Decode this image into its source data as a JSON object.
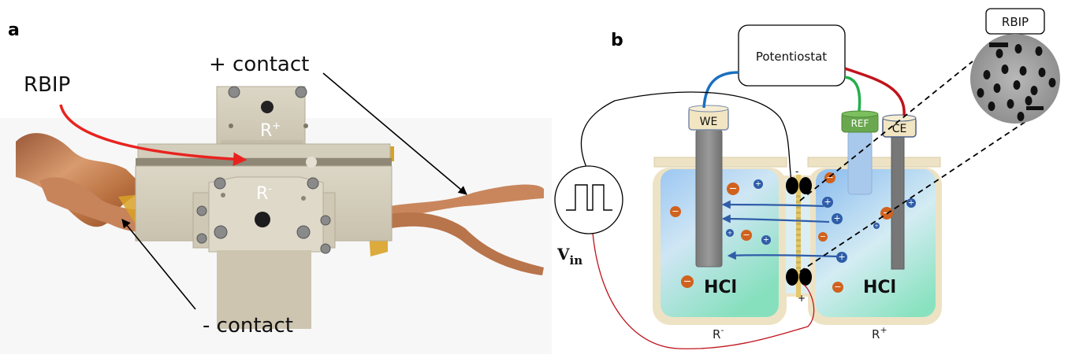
{
  "figure": {
    "panels": [
      {
        "id": "a",
        "letter": "a",
        "description": "Photograph of RBIP cell assembly",
        "labels": {
          "rbip": "RBIP",
          "plus_contact": "+ contact",
          "minus_contact": "- contact",
          "reservoir_plus": "R",
          "reservoir_plus_sup": "+",
          "reservoir_minus": "R",
          "reservoir_minus_sup": "-"
        },
        "colors": {
          "rbip_arrow": "#e8231f",
          "body": "#d6d0bf",
          "copper": "#c07a4a",
          "tape": "#d9a227"
        }
      },
      {
        "id": "b",
        "letter": "b",
        "description": "Schematic of electrochemical setup",
        "labels": {
          "potentiostat": "Potentiostat",
          "rbip_box": "RBIP",
          "we": "WE",
          "ref": "REF",
          "ce": "CE",
          "left_electrolyte": "HCl",
          "right_electrolyte": "HCl",
          "left_reservoir": "R",
          "left_reservoir_sup": "-",
          "right_reservoir": "R",
          "right_reservoir_sup": "+",
          "vin": "V",
          "vin_sub": "in",
          "membrane_minus": "-",
          "membrane_plus": "+",
          "cation_symbol": "+",
          "anion_symbol": "−"
        },
        "colors": {
          "we_wire": "#1a6fc0",
          "ref_wire": "#22b04b",
          "ce_wire": "#c0141c",
          "vin_wire": "#c0141c",
          "cation": "#2f5da8",
          "anion": "#d0621e",
          "ion_arrow": "#2f5da8",
          "ref_cap": "#6aa84f",
          "cap_beige": "#f1e5c2",
          "reservoir_frame": "#ede3c4"
        }
      }
    ]
  }
}
